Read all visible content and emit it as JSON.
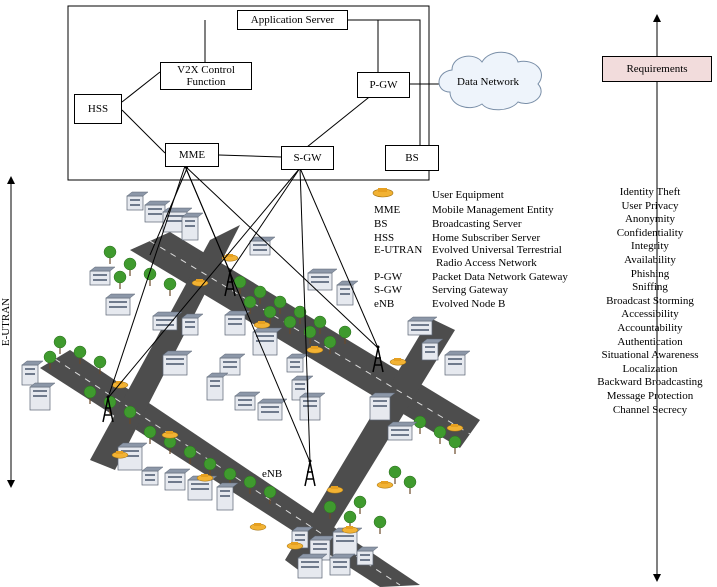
{
  "core": {
    "application_server": "Application Server",
    "v2x_control": "V2X Control Function",
    "hss": "HSS",
    "pgw": "P-GW",
    "mme": "MME",
    "sgw": "S-GW",
    "bs": "BS",
    "data_network": "Data Network"
  },
  "legend": {
    "items": [
      {
        "abbr": "",
        "desc": "User Equipment"
      },
      {
        "abbr": "MME",
        "desc": "Mobile Management Entity"
      },
      {
        "abbr": "BS",
        "desc": "Broadcasting Server"
      },
      {
        "abbr": "HSS",
        "desc": "Home Subscriber Server"
      },
      {
        "abbr": "E-UTRAN",
        "desc": "Evolved Universal Terrestrial"
      },
      {
        "abbr": "",
        "desc": "Radio Access Network"
      },
      {
        "abbr": "P-GW",
        "desc": "Packet Data Network Gateway"
      },
      {
        "abbr": "S-GW",
        "desc": "Serving Gateway"
      },
      {
        "abbr": "eNB",
        "desc": "Evolved Node B"
      }
    ]
  },
  "eutran_label": "E-UTRAN",
  "enb_label": "eNB",
  "requirements": {
    "title": "Requirements",
    "items": [
      "Identity Theft",
      "User Privacy",
      "Anonymity",
      "Confidentiality",
      "Integrity",
      "Availability",
      "Phishing",
      "Sniffing",
      "Broadcast Storming",
      "Accessibility",
      "Accountability",
      "Authentication",
      "Situational Awareness",
      "Localization",
      "Backward Broadcasting",
      "Message Protection",
      "Channel Secrecy"
    ]
  },
  "colors": {
    "road": "#4a4a4a",
    "tree": "#3f9a2e",
    "building": "#8c97a8",
    "car": "#f2b233",
    "requirements_fill": "#f2dcdc",
    "cloud_fill": "#eef4fb"
  }
}
